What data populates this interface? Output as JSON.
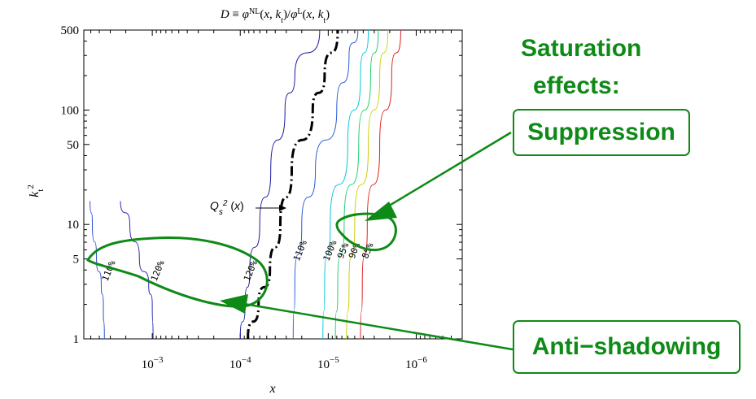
{
  "chart_data": {
    "type": "line",
    "title": "D ≡ φ^NL(x, k_t)/φ^L(x, k_t)",
    "xlabel": "x",
    "ylabel": "k_t^2",
    "x_scale": "log-reversed",
    "y_scale": "log",
    "xlim": [
      0.006,
      3e-07
    ],
    "ylim": [
      1,
      500
    ],
    "x_ticks": [
      "10^-3",
      "10^-4",
      "10^-5",
      "10^-6"
    ],
    "y_ticks": [
      "1",
      "5",
      "10",
      "50",
      "100",
      "500"
    ],
    "series": [
      {
        "name": "110%",
        "color": "#2a4fd0",
        "points": [
          [
            0.0035,
            1
          ],
          [
            0.0036,
            2
          ],
          [
            0.0038,
            3
          ],
          [
            0.0043,
            5
          ],
          [
            0.0048,
            10
          ],
          [
            0.0051,
            16
          ]
        ]
      },
      {
        "name": "120%",
        "color": "#2a2ab8",
        "points": [
          [
            0.00098,
            1
          ],
          [
            0.001,
            2
          ],
          [
            0.0011,
            3
          ],
          [
            0.0014,
            5
          ],
          [
            0.0018,
            10
          ],
          [
            0.0023,
            16
          ]
        ]
      },
      {
        "name": "120%",
        "color": "#1a1aa0",
        "points": [
          [
            0.0001,
            1
          ],
          [
            8.8e-05,
            2
          ],
          [
            7.8e-05,
            4
          ],
          [
            6e-05,
            10
          ],
          [
            4.5e-05,
            30
          ],
          [
            3.1e-05,
            100
          ],
          [
            2.4e-05,
            200
          ],
          [
            1.25e-05,
            500
          ]
        ]
      },
      {
        "name": "Q_s^2(x)",
        "color": "#000000",
        "points": [
          [
            8.2e-05,
            1
          ],
          [
            6.2e-05,
            2
          ],
          [
            4.6e-05,
            4
          ],
          [
            3.5e-05,
            10
          ],
          [
            2.6e-05,
            30
          ],
          [
            1.5e-05,
            100
          ],
          [
            1.1e-05,
            200
          ],
          [
            7.8e-06,
            500
          ]
        ]
      },
      {
        "name": "110%",
        "color": "#2a5bd6",
        "points": [
          [
            2.5e-05,
            1
          ],
          [
            2.4e-05,
            3
          ],
          [
            2e-05,
            10
          ],
          [
            1.4e-05,
            30
          ],
          [
            8e-06,
            100
          ],
          [
            5.8e-06,
            300
          ],
          [
            4.6e-06,
            500
          ]
        ]
      },
      {
        "name": "100%",
        "color": "#00c8d8",
        "points": [
          [
            1.15e-05,
            1
          ],
          [
            1.1e-05,
            3
          ],
          [
            9.5e-06,
            10
          ],
          [
            6e-06,
            50
          ],
          [
            4.3e-06,
            200
          ],
          [
            3.5e-06,
            500
          ]
        ]
      },
      {
        "name": "95%",
        "color": "#20d070",
        "points": [
          [
            8.3e-06,
            1
          ],
          [
            7.8e-06,
            3
          ],
          [
            6.6e-06,
            10
          ],
          [
            4.5e-06,
            50
          ],
          [
            3.3e-06,
            200
          ],
          [
            2.7e-06,
            500
          ]
        ]
      },
      {
        "name": "90%",
        "color": "#c8d000",
        "points": [
          [
            6.2e-06,
            1
          ],
          [
            5.8e-06,
            3
          ],
          [
            5e-06,
            10
          ],
          [
            3.5e-06,
            50
          ],
          [
            2.6e-06,
            200
          ],
          [
            2.1e-06,
            500
          ]
        ]
      },
      {
        "name": "85%",
        "color": "#e02020",
        "points": [
          [
            4.3e-06,
            1
          ],
          [
            4.1e-06,
            3
          ],
          [
            3.6e-06,
            10
          ],
          [
            2.6e-06,
            50
          ],
          [
            1.9e-06,
            200
          ],
          [
            1.5e-06,
            500
          ]
        ]
      }
    ]
  },
  "q_s_label": "Q_s^2(x)",
  "annotations": {
    "saturation_line1": "Saturation",
    "saturation_line2": "effects:",
    "suppression": "Suppression",
    "antishadowing": "Anti−shadowing"
  },
  "colors": {
    "annotation_green": "#0e8a16"
  }
}
